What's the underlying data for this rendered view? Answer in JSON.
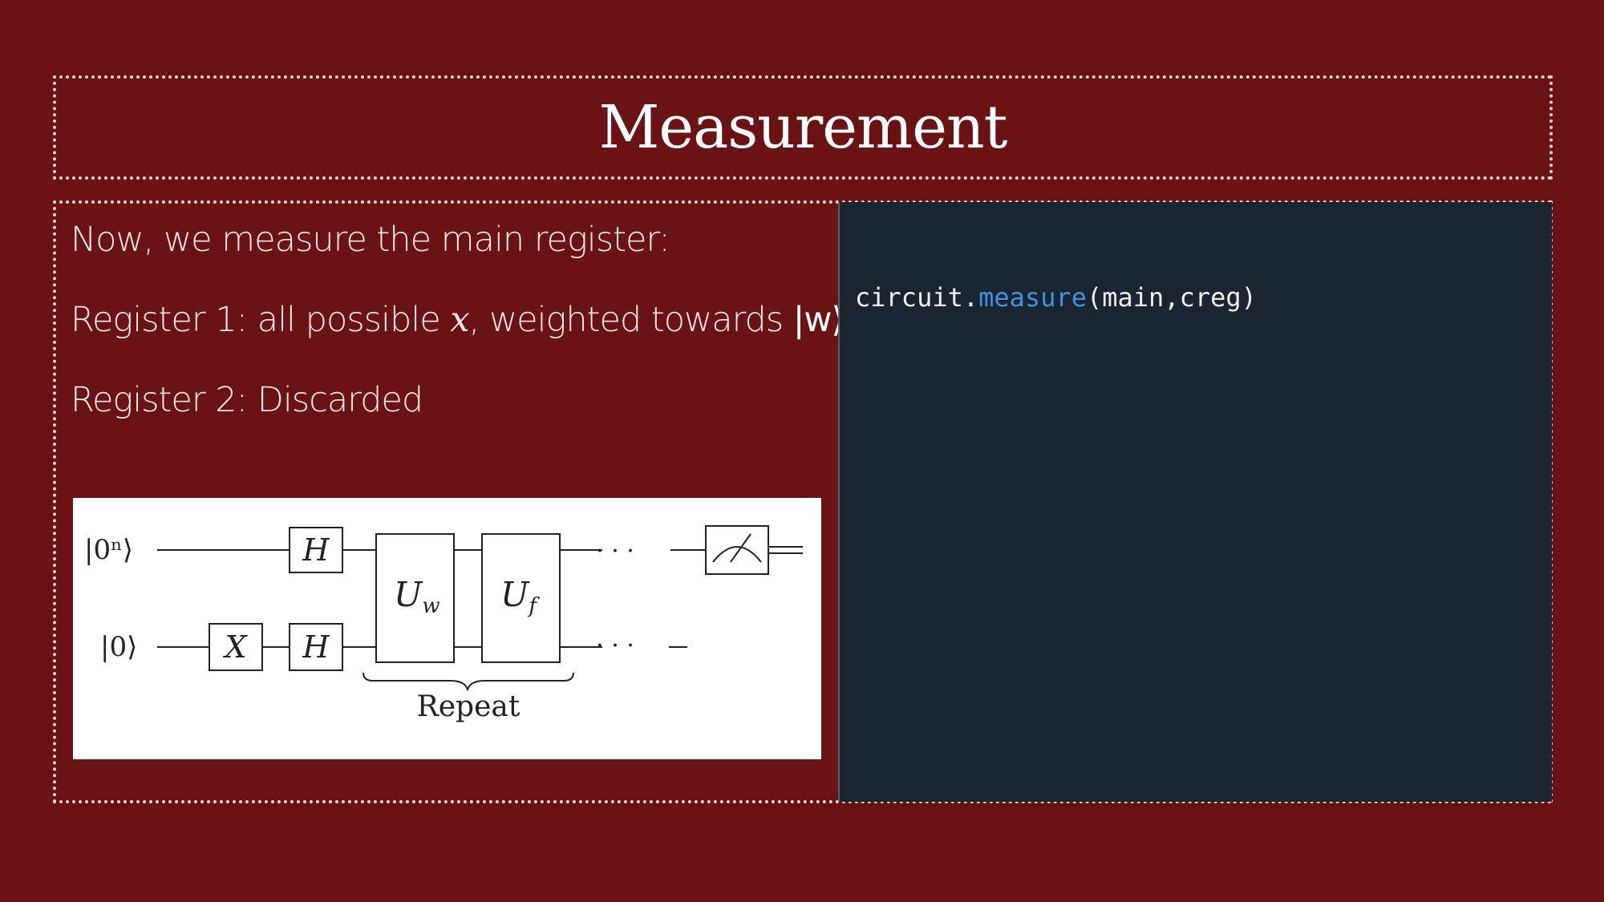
{
  "slide": {
    "title": "Measurement",
    "bullets": {
      "line1": "Now, we measure the main register:",
      "line2_prefix": "Register 1: all possible ",
      "line2_var": "x",
      "line2_mid": ", weighted towards ",
      "line2_ket": "|w⟩",
      "line3": "Register 2: Discarded"
    }
  },
  "circuit": {
    "input_top": "|0ⁿ⟩",
    "input_bottom": "|0⟩",
    "gate_x": "X",
    "gate_h_top": "H",
    "gate_h_bottom": "H",
    "gate_uw_main": "U",
    "gate_uw_sub": "w",
    "gate_uf_main": "U",
    "gate_uf_sub": "f",
    "dots_top": "· · ·",
    "dots_bottom": "· · ·",
    "brace_label": "Repeat"
  },
  "code": {
    "object": "circuit.",
    "method": "measure",
    "args": "(main,creg)"
  },
  "colors": {
    "background": "#6b1214",
    "code_background": "#1b2431",
    "code_method": "#3a96dd"
  }
}
